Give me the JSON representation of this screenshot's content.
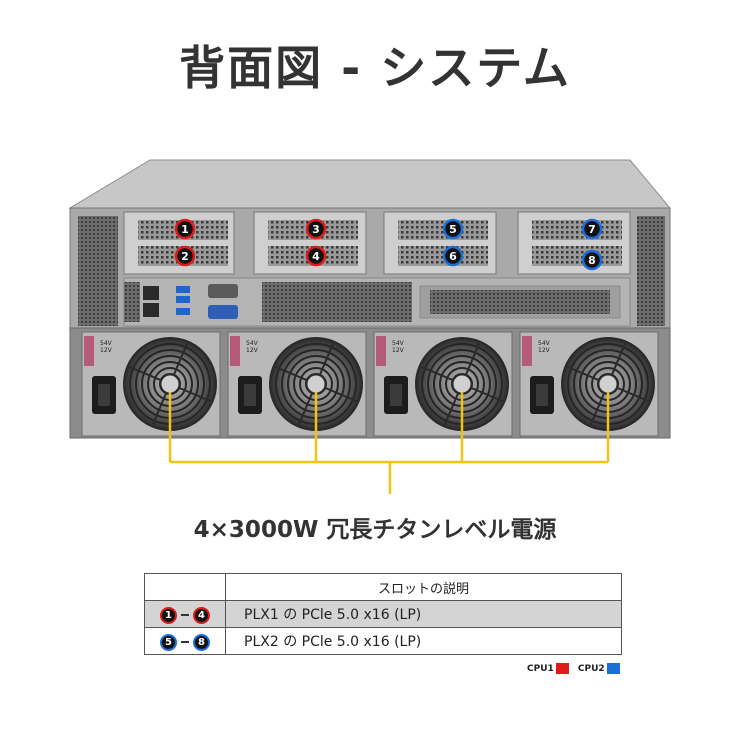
{
  "title": "背面図 - システム",
  "slot_badges": [
    {
      "label": "1",
      "cpu": "CPU1",
      "color": "#e11a1a"
    },
    {
      "label": "2",
      "cpu": "CPU1",
      "color": "#e11a1a"
    },
    {
      "label": "3",
      "cpu": "CPU1",
      "color": "#e11a1a"
    },
    {
      "label": "4",
      "cpu": "CPU1",
      "color": "#e11a1a"
    },
    {
      "label": "5",
      "cpu": "CPU2",
      "color": "#1c6fd6"
    },
    {
      "label": "6",
      "cpu": "CPU2",
      "color": "#1c6fd6"
    },
    {
      "label": "7",
      "cpu": "CPU2",
      "color": "#1c6fd6"
    },
    {
      "label": "8",
      "cpu": "CPU2",
      "color": "#1c6fd6"
    }
  ],
  "psu_label_line1": "54V",
  "psu_label_line2": "12V",
  "psu_caption": "4×3000W 冗長チタンレベル電源",
  "leader_line_color": "#f2c21b",
  "table": {
    "header": "スロットの説明",
    "rows": [
      {
        "from": "1",
        "to": "4",
        "cpu_color": "red",
        "description": "PLX1 の PCle 5.0 x16 (LP)"
      },
      {
        "from": "5",
        "to": "8",
        "cpu_color": "blue",
        "description": "PLX2 の PCle 5.0 x16 (LP)"
      }
    ]
  },
  "legend": [
    {
      "label": "CPU1",
      "color": "#e11a1a"
    },
    {
      "label": "CPU2",
      "color": "#1c6fd6"
    }
  ]
}
